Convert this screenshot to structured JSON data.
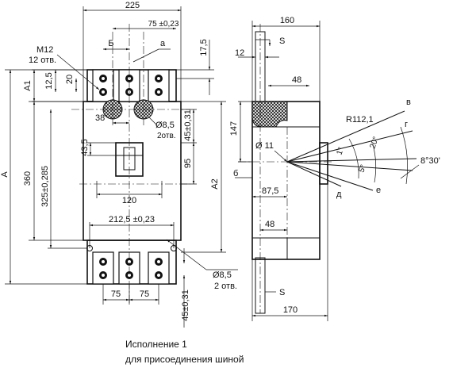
{
  "front_view": {
    "dim_width": "225",
    "dim_section": "Б",
    "dim_terminal_pitch": "75 ±0,23",
    "label_a": "а",
    "dim_17_5": "17,5",
    "thread": "М12",
    "thread_count": "12 отв.",
    "dim_A1": "А1",
    "dim_12_5": "12,5",
    "dim_20": "20",
    "dim_38": "38",
    "hole_8_5_top": "Ø8,5",
    "hole_count_top": "2отв.",
    "dim_45_031_top": "45±0,31",
    "dim_A": "A",
    "dim_360": "360",
    "dim_325": "325±0,285",
    "dim_43_5": "43,5",
    "dim_95": "95",
    "dim_A2": "А2",
    "dim_120": "120",
    "dim_212_5": "212,5 ±0,23",
    "hole_8_5_bottom": "Ø8,5",
    "hole_count_bottom": "2 отв.",
    "dim_75_left": "75",
    "dim_75_right": "75",
    "dim_45_031_bottom": "45±0,31"
  },
  "side_view": {
    "dim_160": "160",
    "section_top": "S",
    "dim_12": "12",
    "dim_48_top": "48",
    "dim_147": "147",
    "dim_11": "Ø 11",
    "label_b": "б",
    "dim_87_5": "87,5",
    "dim_48_bottom": "48",
    "section_bottom": "S",
    "dim_170": "170",
    "label_v": "в",
    "radius": "R112,1",
    "label_g": "г",
    "angle_20": "20°",
    "angle_1": "1°",
    "angle_5": "5°",
    "angle_8_30": "8°30'",
    "label_d": "д",
    "label_e": "е"
  },
  "caption": {
    "line1": "Исполнение 1",
    "line2": "для присоединения шиной"
  }
}
